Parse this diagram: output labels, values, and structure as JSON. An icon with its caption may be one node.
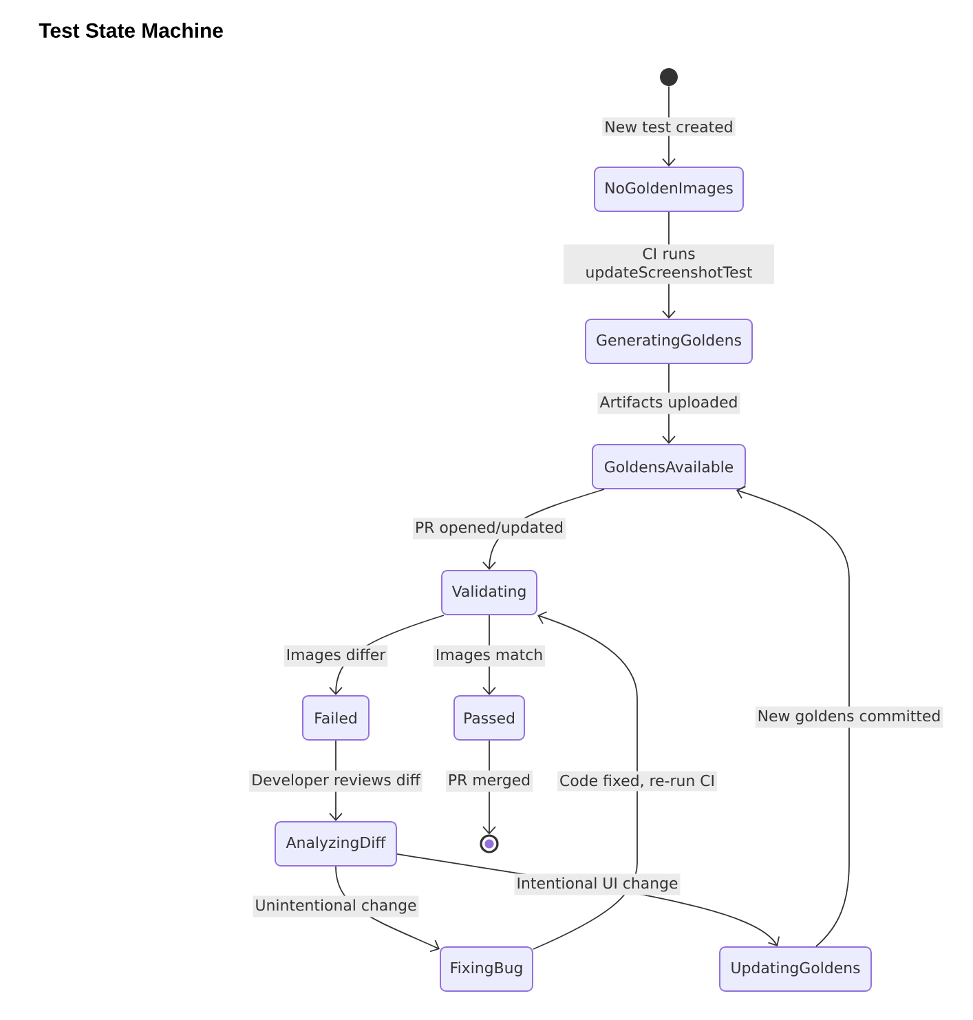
{
  "diagram": {
    "title": "Test State Machine",
    "nodes": [
      {
        "text": [],
        "shape": "circle"
      },
      {
        "text": [
          "NoGoldenImages"
        ]
      },
      {
        "text": [
          "GeneratingGoldens"
        ]
      },
      {
        "text": [
          "GoldensAvailable"
        ]
      },
      {
        "text": [
          "Validating"
        ]
      },
      {
        "text": [
          "Failed"
        ]
      },
      {
        "text": [
          "Passed"
        ]
      },
      {
        "text": [
          "AnalyzingDiff"
        ]
      },
      {
        "text": [],
        "shape": "circle"
      },
      {
        "text": [
          "FixingBug"
        ]
      },
      {
        "text": [
          "UpdatingGoldens"
        ]
      }
    ],
    "edges": [
      {
        "from": 0,
        "to": 1,
        "arrow": "to",
        "label": "New test created"
      },
      {
        "from": 1,
        "to": 2,
        "arrow": "to",
        "label": "CI runs updateScreenshotTest"
      },
      {
        "from": 2,
        "to": 3,
        "arrow": "to",
        "label": "Artifacts uploaded"
      },
      {
        "from": 3,
        "to": 4,
        "arrow": "to",
        "label": "PR opened/updated"
      },
      {
        "from": 4,
        "to": 5,
        "arrow": "to",
        "label": "Images differ"
      },
      {
        "from": 4,
        "to": 6,
        "arrow": "to",
        "label": "Images match"
      },
      {
        "from": 5,
        "to": 7,
        "arrow": "to",
        "label": "Developer reviews diff"
      },
      {
        "from": 6,
        "to": 8,
        "arrow": "to",
        "label": "PR merged"
      },
      {
        "from": 7,
        "to": 10,
        "arrow": "to",
        "label": "Intentional UI change"
      },
      {
        "from": 7,
        "to": 9,
        "arrow": "to",
        "label": "Unintentional change"
      },
      {
        "from": 9,
        "to": 4,
        "arrow": "to",
        "label": "Code fixed, re-run CI"
      },
      {
        "from": 10,
        "to": 3,
        "arrow": "to",
        "label": "New goldens committed"
      }
    ]
  }
}
